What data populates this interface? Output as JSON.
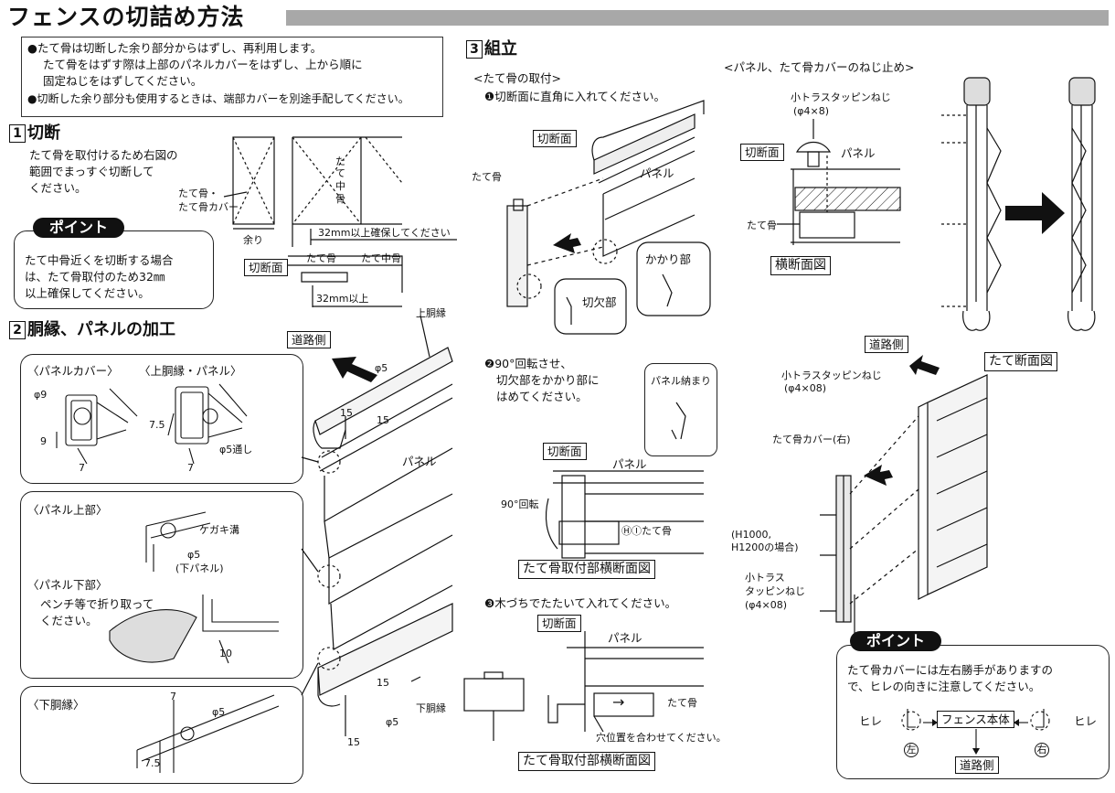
{
  "title": "フェンスの切詰め方法",
  "notes": [
    "●たて骨は切断した余り部分からはずし、再利用します。",
    "たて骨をはずす際は上部のパネルカバーをはずし、上から順に",
    "固定ねじをはずしてください。",
    "●切断した余り部分も使用するときは、端部カバーを別途手配してください。"
  ],
  "s1": {
    "num": "1",
    "title": "切断",
    "desc": [
      "たて骨を取付けるため右図の",
      "範囲でまっすぐ切断して",
      "ください。"
    ],
    "fig": {
      "post_label1": "たて骨・",
      "post_label2": "たて骨カバー",
      "amari": "余り",
      "mid_post": [
        "た",
        "て",
        "中",
        "骨"
      ],
      "keep32": "32mm以上確保してください",
      "section": "切断面",
      "tatehone": "たて骨",
      "tatenakahone": "たて中骨",
      "dim32": "32mm以上"
    },
    "point_label": "ポイント",
    "point_text": [
      "たて中骨近くを切断する場合",
      "は、たて骨取付のため32㎜",
      "以上確保してください。"
    ]
  },
  "s2": {
    "num": "2",
    "title": "胴縁、パネルの加工",
    "road": "道路側",
    "upper_rail": "上胴縁",
    "lower_rail": "下胴縁",
    "panel": "パネル",
    "phi5": "φ5",
    "d15": "15",
    "box1": {
      "cover_title": "〈パネルカバー〉",
      "rail_title": "〈上胴縁・パネル〉",
      "phi9": "φ9",
      "d9": "9",
      "d7": "7",
      "d75": "7.5",
      "phi5thru": "φ5通し"
    },
    "box2": {
      "upper_title": "〈パネル上部〉",
      "kegaki": "ケガキ溝",
      "phi5": "φ5",
      "lower_panel": "(下パネル)",
      "lower_title": "〈パネル下部〉",
      "pliers1": "ペンチ等で折り取って",
      "pliers2": "ください。",
      "d10": "10"
    },
    "box3": {
      "title": "〈下胴縁〉",
      "d7": "7",
      "phi5": "φ5",
      "d75": "7.5"
    }
  },
  "s3": {
    "num": "3",
    "title": "組立",
    "sub1": "<たて骨の取付>",
    "step1": "❶切断面に直角に入れてください。",
    "section": "切断面",
    "tatehone": "たて骨",
    "panel": "パネル",
    "kakari": "かかり部",
    "kirikaki": "切欠部",
    "step2": [
      "❷90°回転させ、",
      "切欠部をかかり部に",
      "はめてください。"
    ],
    "panel_fit": "パネル納まり",
    "rot90": "90°回転",
    "tate_mark": "ⒽⒾたて骨",
    "fig_cap": "たて骨取付部横断面図",
    "step3": "❸木づちでたたいて入れてください。",
    "arrow_sym": "→",
    "hole_align": "穴位置を合わせてください。"
  },
  "s4": {
    "sub": "<パネル、たて骨カバーのねじ止め>",
    "screw1": "小トラスタッピンねじ",
    "screw1_size": "(φ4×8)",
    "section": "切断面",
    "panel": "パネル",
    "tatehone": "たて骨",
    "cross": "横断面図",
    "vert": "たて断面図",
    "road": "道路側",
    "screw2": "小トラスタッピンねじ",
    "screw2_size": "(φ4×08)",
    "cover_r": "たて骨カバー(右)",
    "h_note1": "(H1000,",
    "h_note2": "H1200の場合)",
    "screw3a": "小トラス",
    "screw3b": "タッピンねじ",
    "screw3_size": "(φ4×08)",
    "point_label": "ポイント",
    "point_text": [
      "たて骨カバーには左右勝手がありますの",
      "で、ヒレの向きに注意してください。"
    ],
    "hire": "ヒレ",
    "fence_body": "フェンス本体",
    "left": "左",
    "right": "右",
    "road2": "道路側"
  }
}
